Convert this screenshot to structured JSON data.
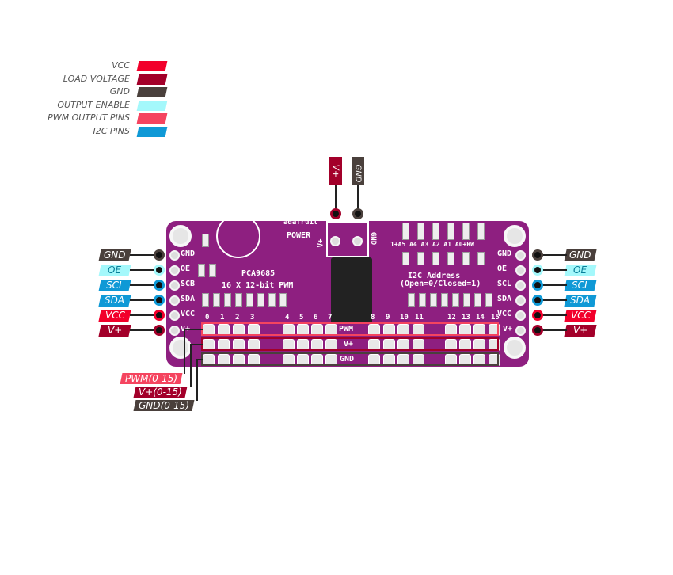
{
  "legend": [
    {
      "label": "VCC",
      "color": "#f2002b"
    },
    {
      "label": "LOAD VOLTAGE",
      "color": "#a3002a"
    },
    {
      "label": "GND",
      "color": "#4a403c"
    },
    {
      "label": "OUTPUT ENABLE",
      "color": "#a4f8fb"
    },
    {
      "label": "PWM OUTPUT PINS",
      "color": "#f5445f"
    },
    {
      "label": "I2C PINS",
      "color": "#0f99d6"
    }
  ],
  "left_pins": [
    {
      "label": "GND",
      "color": "#4a403c",
      "silk": "GND"
    },
    {
      "label": "OE",
      "color": "#a4f8fb",
      "silk": "OE"
    },
    {
      "label": "SCL",
      "color": "#0f99d6",
      "silk": "SCB"
    },
    {
      "label": "SDA",
      "color": "#0f99d6",
      "silk": "SDA"
    },
    {
      "label": "VCC",
      "color": "#f2002b",
      "silk": "VCC"
    },
    {
      "label": "V+",
      "color": "#a3002a",
      "silk": "V+"
    }
  ],
  "right_pins": [
    {
      "label": "GND",
      "color": "#4a403c",
      "silk": "GND"
    },
    {
      "label": "OE",
      "color": "#a4f8fb",
      "silk": "OE"
    },
    {
      "label": "SCL",
      "color": "#0f99d6",
      "silk": "SCL"
    },
    {
      "label": "SDA",
      "color": "#0f99d6",
      "silk": "SDA"
    },
    {
      "label": "VCC",
      "color": "#f2002b",
      "silk": "VCC"
    },
    {
      "label": "V+",
      "color": "#a3002a",
      "silk": "V+"
    }
  ],
  "top_pins": [
    {
      "label": "V+",
      "color": "#a3002a"
    },
    {
      "label": "GND",
      "color": "#4a403c"
    }
  ],
  "board": {
    "chip": "PCA9685",
    "desc": "16 X 12-bit PWM",
    "power": "POWER",
    "brand": "adafruit",
    "terminal_plus": "V+",
    "terminal_gnd": "GND",
    "addr_title": "I2C Address",
    "addr_sub": "(Open=0/Closed=1)",
    "addr_pins": "1+A5 A4 A3 A2 A1 A0+RW",
    "channels": [
      "0",
      "1",
      "2",
      "3",
      "4",
      "5",
      "6",
      "7",
      "8",
      "9",
      "10",
      "11",
      "12",
      "13",
      "14",
      "15"
    ],
    "row_pwm": "PWM",
    "row_vplus": "V+",
    "row_gnd": "GND"
  },
  "bottom_tags": [
    {
      "label": "PWM(0-15)",
      "color": "#f5445f"
    },
    {
      "label": "V+(0-15)",
      "color": "#a3002a"
    },
    {
      "label": "GND(0-15)",
      "color": "#4a403c"
    }
  ]
}
